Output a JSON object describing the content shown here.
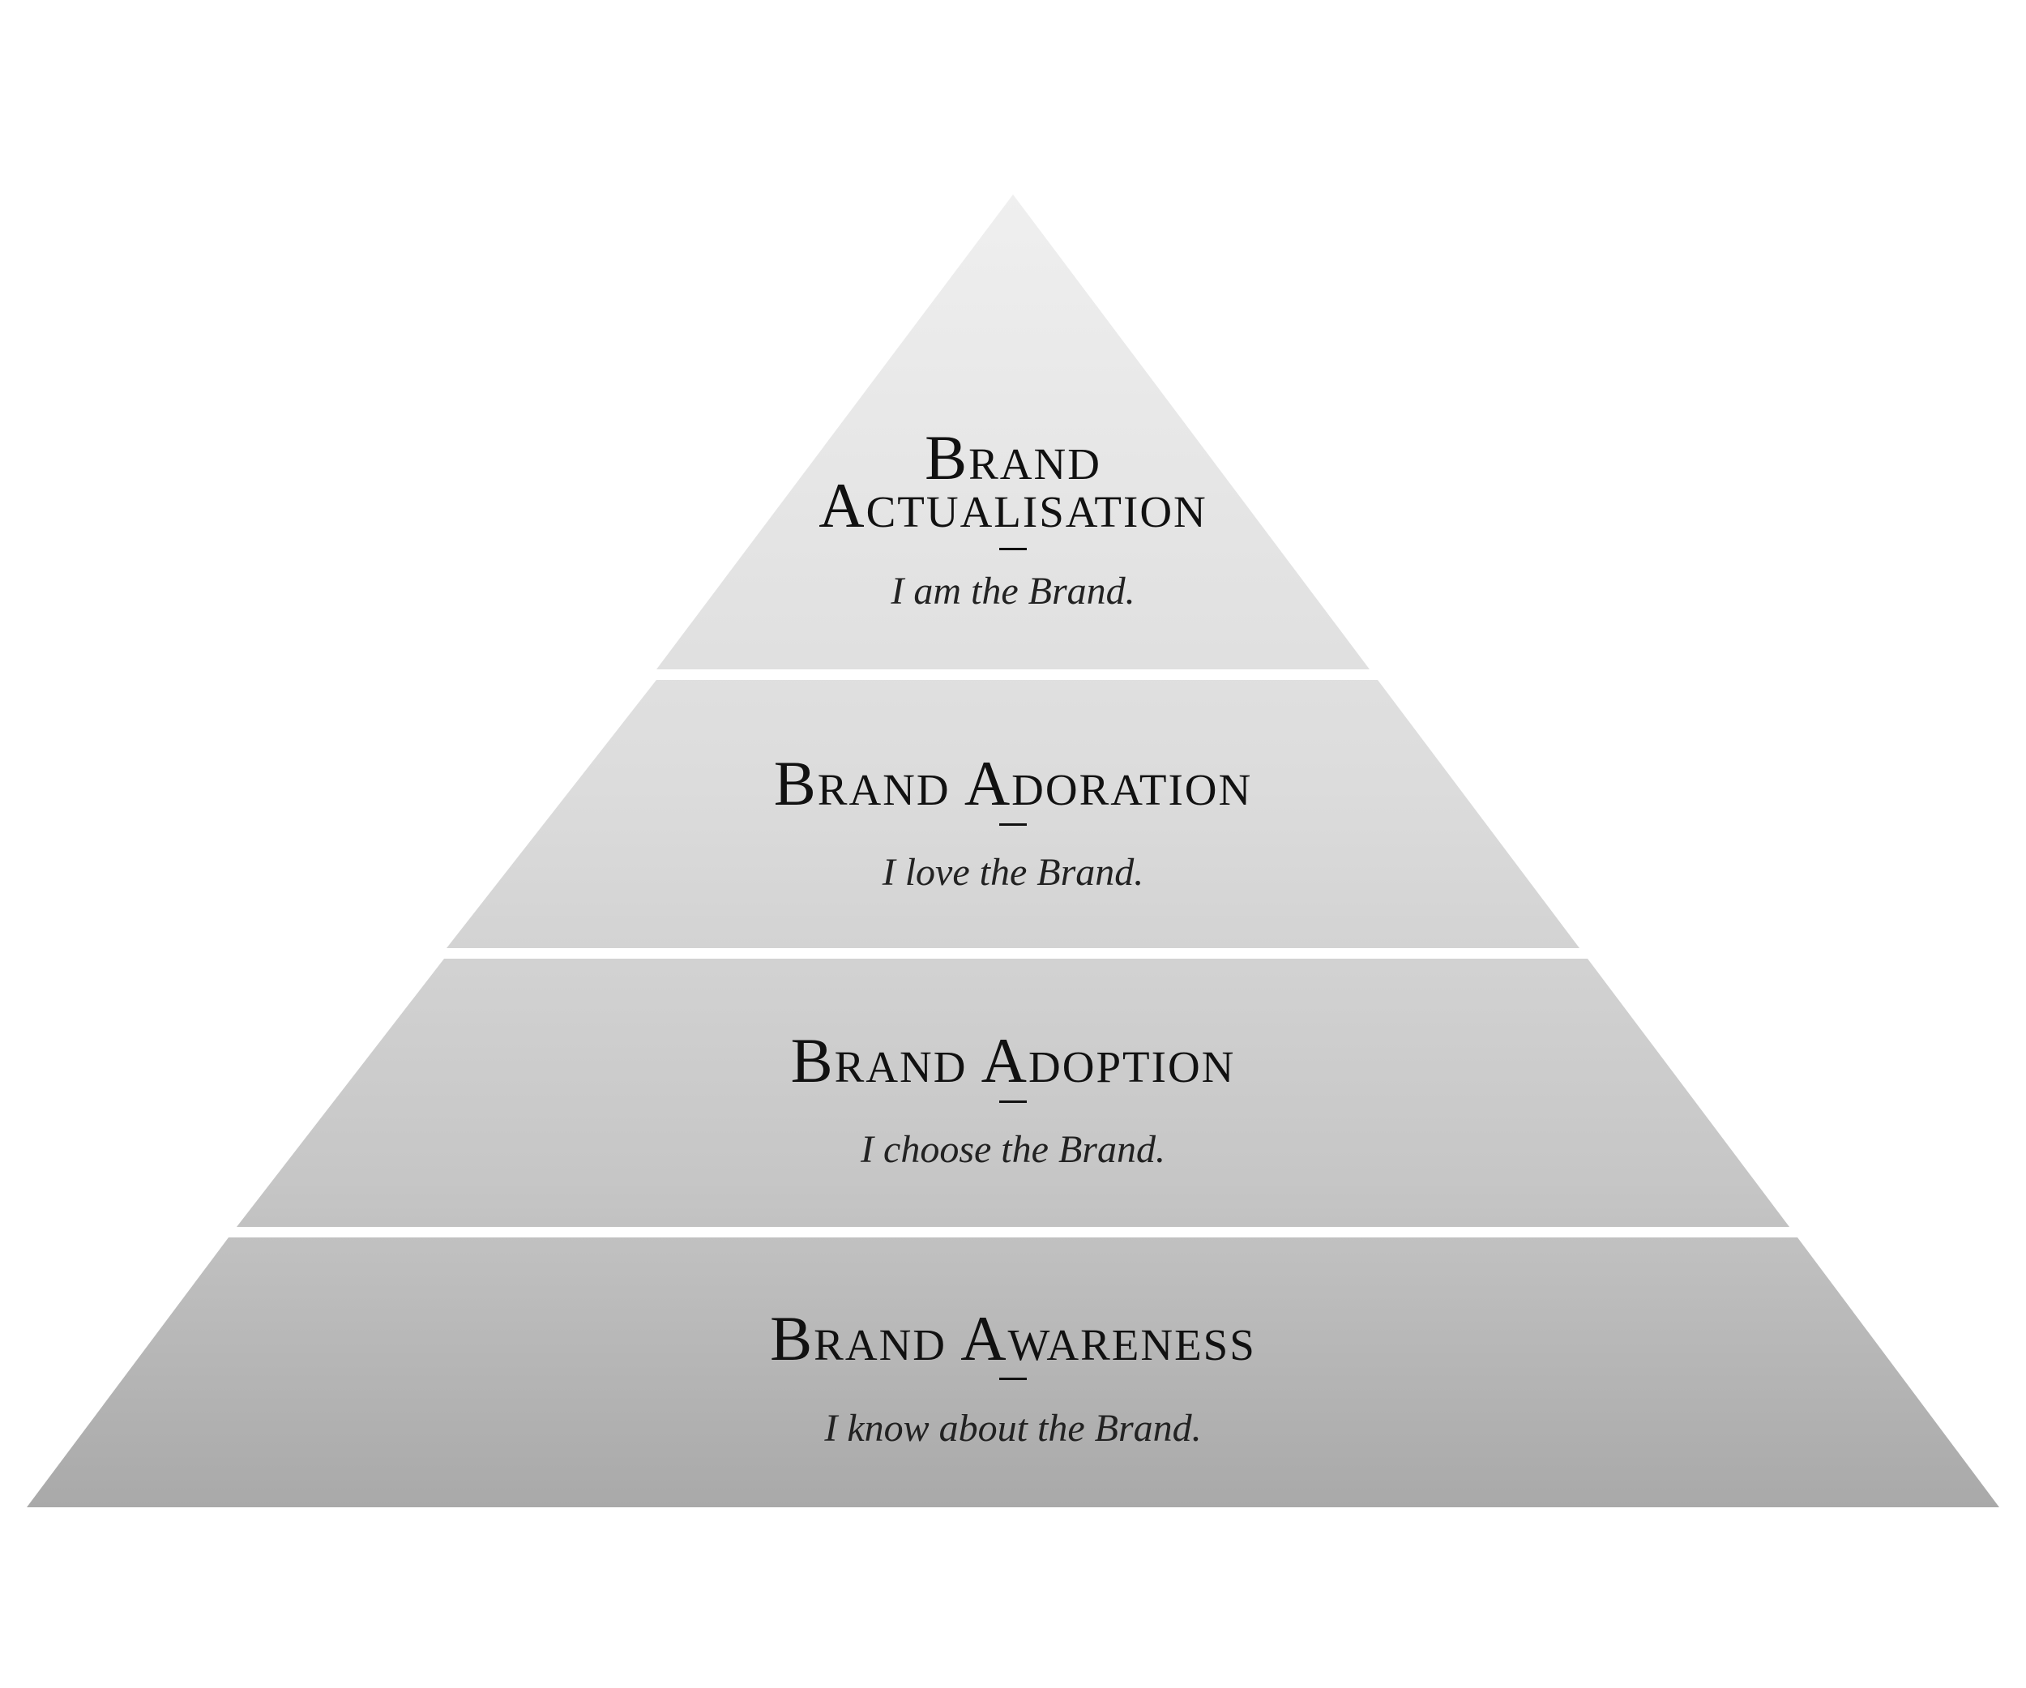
{
  "diagram": {
    "type": "pyramid",
    "levels": [
      {
        "title_line1": "Brand",
        "title_line2": "Actualisation",
        "caption": "I am the Brand."
      },
      {
        "title": "Brand Adoration",
        "caption": "I love the Brand."
      },
      {
        "title": "Brand Adoption",
        "caption": "I choose the Brand."
      },
      {
        "title": "Brand Awareness",
        "caption": "I know about the Brand."
      }
    ],
    "colors": {
      "top": "#eeeeee",
      "bottom": "#a8a8a8",
      "separator": "#ffffff",
      "text": "#111111"
    }
  }
}
